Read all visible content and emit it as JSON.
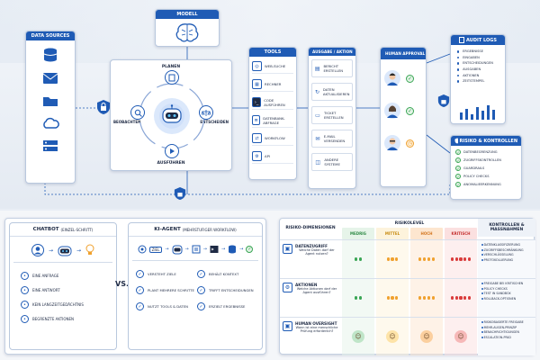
{
  "top": {
    "data_sources": {
      "title": "DATA SOURCES"
    },
    "modell": {
      "title": "MODELL"
    },
    "agent_cycle": {
      "planen": "PLANEN",
      "beobachten": "BEOBACHTEN",
      "entscheiden": "ENTSCHEIDEN",
      "ausfuehren": "AUSFÜHREN"
    },
    "tools": {
      "title": "TOOLS",
      "items": [
        "WEB-SUCHE",
        "RECHNER",
        "CODE AUSFÜHREN",
        "DATENBANK-ABFRAGE",
        "WORKFLOW",
        "API"
      ]
    },
    "ausgabe": {
      "title": "AUSGABE / AKTION",
      "items": [
        "BERICHT ERSTELLEN",
        "DATEN AKTUALISIEREN",
        "TICKET ERSTELLEN",
        "E-MAIL VERSENDEN",
        "ANDERE SYSTEME"
      ]
    },
    "human": {
      "title": "HUMAN APPROVAL"
    },
    "audit": {
      "title": "AUDIT LOGS",
      "items": [
        "ERGEBNISSE",
        "EINGABEN",
        "ENTSCHEIDUNGEN",
        "AUSGABEN",
        "AKTIONEN",
        "ZEITSTEMPEL"
      ]
    },
    "risiko": {
      "title": "RISIKO & KONTROLLEN",
      "items": [
        "DATENBEGRENZUNG",
        "ZUGRIFFSKONTROLLEN",
        "GUARDRAILS",
        "POLICY CHECKS",
        "ANOMALIEERKENNUNG"
      ]
    }
  },
  "compare": {
    "chatbot_title": "CHATBOT",
    "chatbot_sub": "(EINZEL-SCHRITT)",
    "agent_title": "KI-AGENT",
    "agent_sub": "(MEHRSTUFIGER WORKFLOW)",
    "vs": "VS.",
    "ziel": "ZIEL",
    "chatbot_items": [
      "EINE ANFRAGE",
      "EINE ANTWORT",
      "KEIN LANGZEITGEDÄCHTNIS",
      "BEGRENZTE AKTIONEN"
    ],
    "agent_items_left": [
      "VERSTEHT ZIELE",
      "PLANT MEHRERE SCHRITTE",
      "NUTZT TOOLS & DATEN"
    ],
    "agent_items_right": [
      "BEHÄLT KONTEXT",
      "TRIFFT ENTSCHEIDUNGEN",
      "ERZIELT ERGEBNISSE"
    ]
  },
  "risk_table": {
    "col_dimensionen": "RISIKO-DIMENSIONEN",
    "col_level": "RISIKOLEVEL",
    "col_kontrollen": "KONTROLLEN & MASSNAHMEN",
    "levels": [
      "MEDRIG",
      "MITTEL",
      "HOCH",
      "KRITISCH"
    ],
    "rows": [
      {
        "title": "DATENZUGRIFF",
        "desc": "Welche Daten darf der Agent nutzen?",
        "dots": [
          [
            1,
            1
          ],
          [
            1,
            1,
            1
          ],
          [
            1,
            1,
            1,
            1
          ],
          [
            1,
            1,
            1,
            1,
            1
          ]
        ],
        "controls": [
          "DATENKLASSIFIZIERUNG",
          "ZUGRIFFSBESCHRÄNKUNG",
          "VERSCHLÜSSELUNG",
          "PROTOKOLLIERUNG"
        ]
      },
      {
        "title": "AKTIONEN",
        "desc": "Welche Aktionen darf der Agent ausführen?",
        "dots": [
          [
            1,
            1
          ],
          [
            1,
            1,
            1
          ],
          [
            1,
            1,
            1,
            1
          ],
          [
            1,
            1,
            1,
            1,
            1
          ]
        ],
        "controls": [
          "FREIGABE BEI KRITISCHEN",
          "POLICY CHECKS",
          "TEST IN SANDBOX",
          "ROLLBACK-OPTIONEN"
        ]
      },
      {
        "title": "HUMAN OVERSIGHT",
        "desc": "Wann ist eine menschliche Prüfung erforderlich?",
        "dots": [],
        "controls": [
          "RISIKOBASIERTE FREIGABE",
          "MEHR-AUGEN-PRINZIP",
          "BENACHRICHTIGUNGEN",
          "ESCALATION-PFAD"
        ]
      }
    ]
  },
  "colors": {
    "primary": "#1f5bb5",
    "green": "#3aa655",
    "orange": "#f0a12e",
    "red": "#d93b3b"
  }
}
